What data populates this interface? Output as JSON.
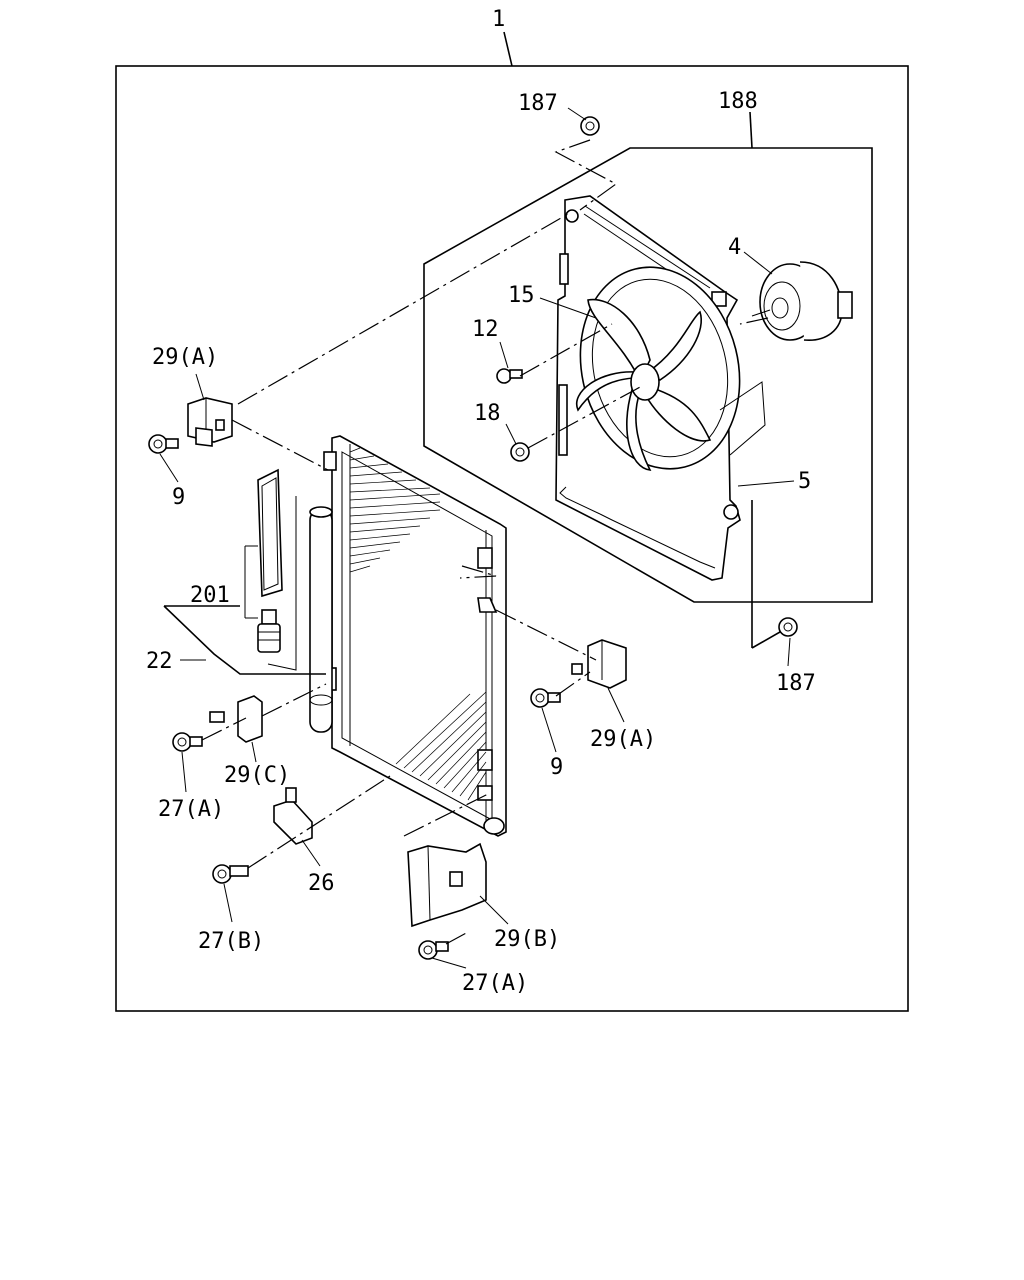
{
  "callouts": {
    "c1": "1",
    "c187_top": "187",
    "c188": "188",
    "c4": "4",
    "c15": "15",
    "c12": "12",
    "c18": "18",
    "c5": "5",
    "c29a_top": "29(A)",
    "c9_left": "9",
    "c201": "201",
    "c22": "22",
    "c187_bottom": "187",
    "c29a_right": "29(A)",
    "c9_right": "9",
    "c29c": "29(C)",
    "c27a_left": "27(A)",
    "c26": "26",
    "c27b": "27(B)",
    "c29b": "29(B)",
    "c27a_bottom": "27(A)"
  }
}
